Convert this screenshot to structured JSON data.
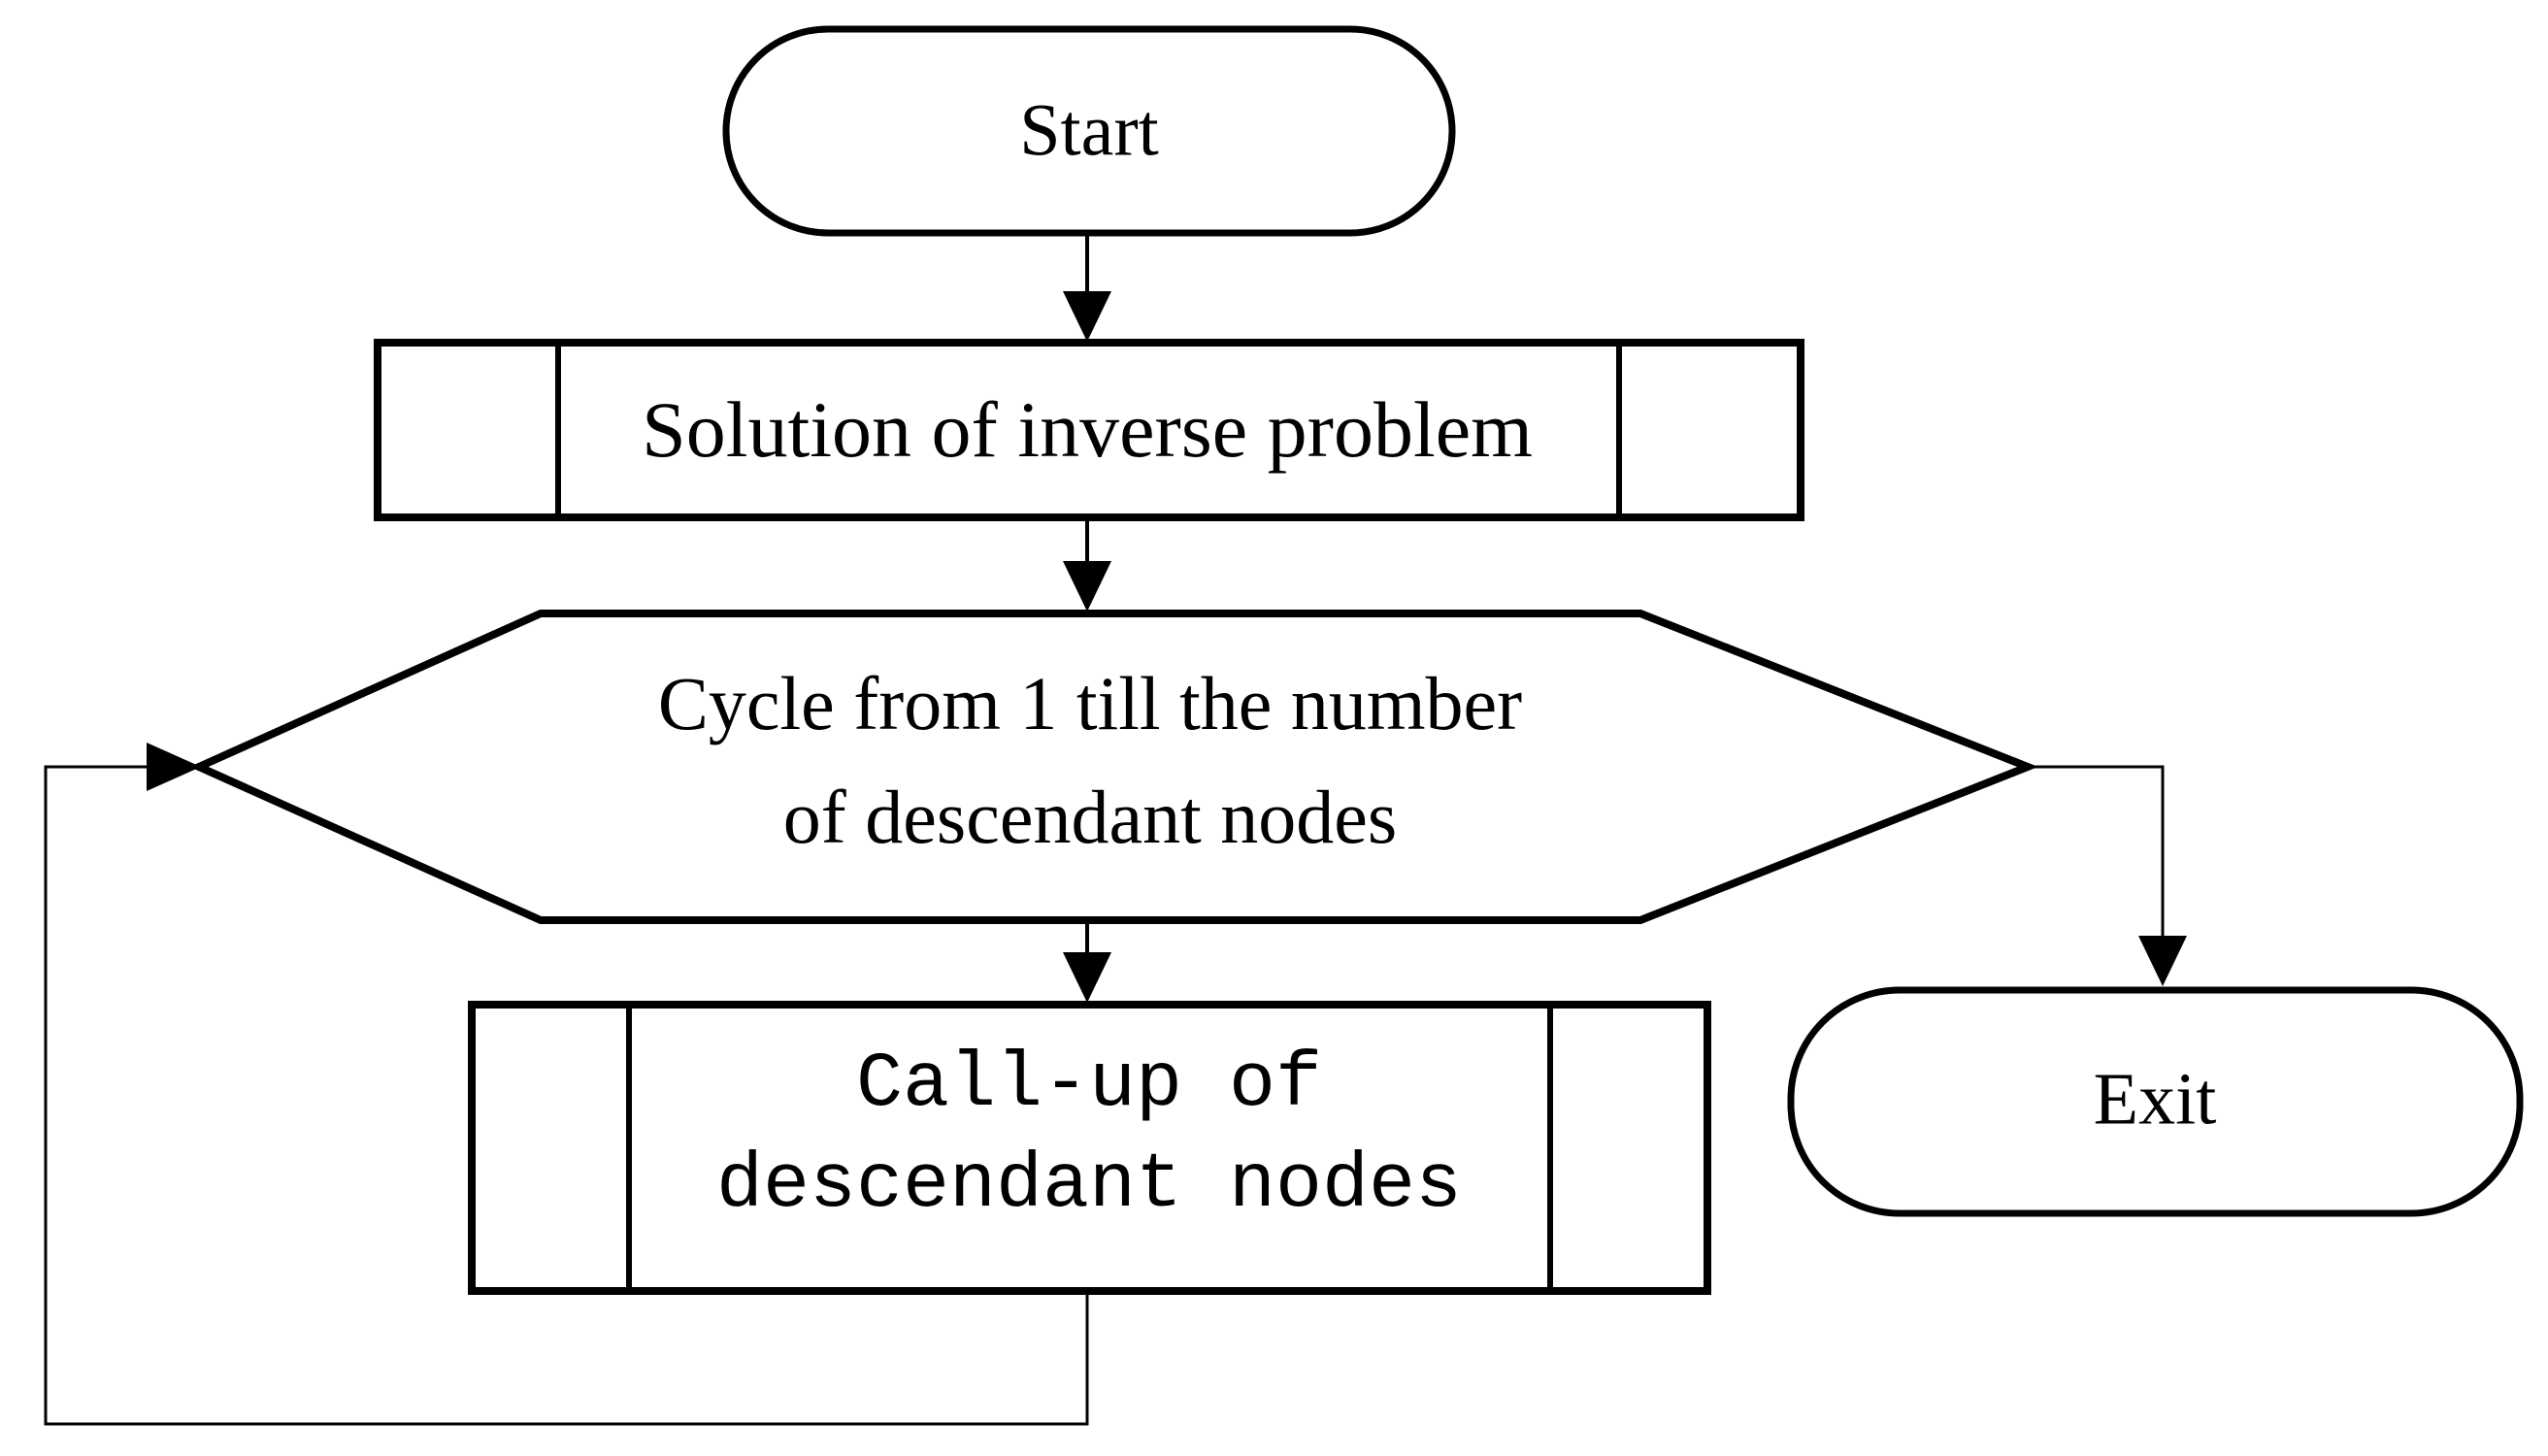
{
  "diagram": {
    "background_color": "#ffffff",
    "line_color": "#000000",
    "text_color": "#000000",
    "nodes": {
      "start": {
        "shape": "terminator",
        "label": "Start"
      },
      "solution": {
        "shape": "predefined-process",
        "label": "Solution of inverse problem"
      },
      "cycle": {
        "shape": "loop-limit-hexagon",
        "label": "Cycle from 1 till the number of descendant nodes",
        "line1": "Cycle from 1 till the number",
        "line2": "of descendant nodes"
      },
      "callup": {
        "shape": "predefined-process",
        "label": "Call-up of descendant nodes",
        "line1": "Call-up of",
        "line2": "descendant nodes"
      },
      "exit": {
        "shape": "terminator",
        "label": "Exit"
      }
    },
    "edges": [
      {
        "from": "start",
        "to": "solution",
        "route": "straight-down-arrow"
      },
      {
        "from": "solution",
        "to": "cycle",
        "route": "straight-down-arrow"
      },
      {
        "from": "cycle",
        "to": "callup",
        "route": "straight-down-arrow"
      },
      {
        "from": "cycle",
        "to": "exit",
        "route": "right-then-down-arrow"
      },
      {
        "from": "callup",
        "to": "cycle",
        "route": "down-left-up-loopback-arrow"
      }
    ]
  }
}
